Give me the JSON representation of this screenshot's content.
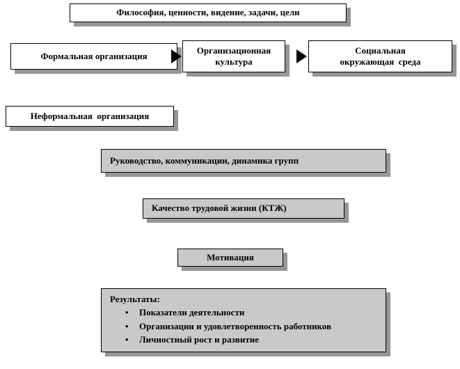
{
  "diagram": {
    "philosophy": "Философия, ценности, видение, задачи, цели",
    "formal_org": "Формальная организация",
    "org_culture": {
      "line1": "Организационная",
      "line2": "культура"
    },
    "social_env": {
      "line1": "Социальная",
      "line2": "окружающая  среда"
    },
    "informal_org": "Неформальная  организация",
    "leadership": "Руководство, коммуникации, динамика групп",
    "quality_work_life": "Качество трудовой жизни (КТЖ)",
    "motivation": "Мотивация",
    "results": {
      "title": "Результаты:",
      "items": [
        "Показатели деятельности",
        "Организации и удовлетворенность работников",
        "Личностный рост и развитие"
      ]
    }
  },
  "colors": {
    "box_fill_white": "#ffffff",
    "box_fill_gray": "#c9c9c9",
    "border": "#000000",
    "shadow": "#969696",
    "arrow": "#000000"
  }
}
